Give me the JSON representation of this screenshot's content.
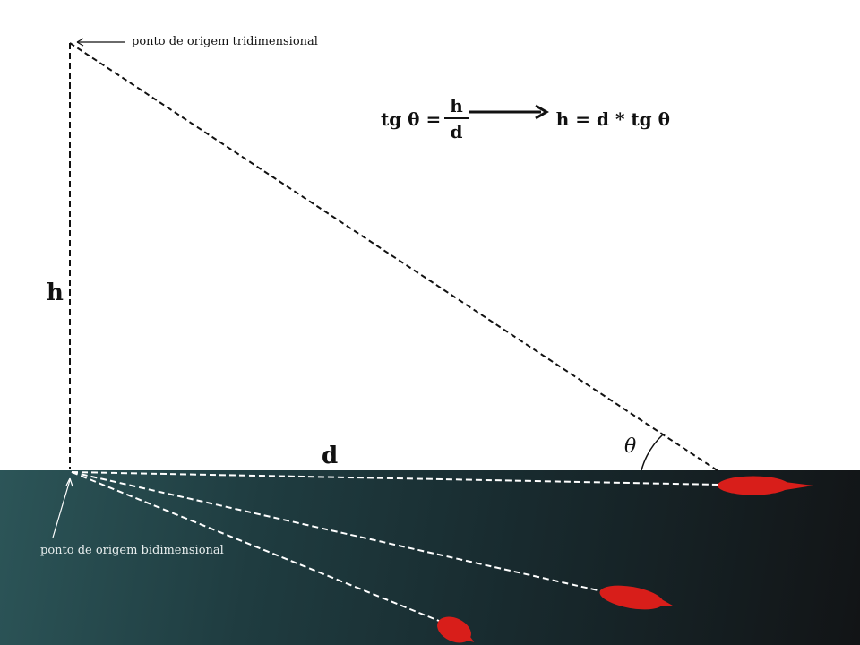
{
  "labels": {
    "origin_3d": "ponto de origem tridimensional",
    "origin_2d": "ponto de origem bidimensional",
    "height": "h",
    "distance": "d",
    "angle": "θ"
  },
  "formula": {
    "left": "tg θ =",
    "numerator": "h",
    "denominator": "d",
    "right": "h = d * tg θ"
  },
  "colors": {
    "ground_start": "#2c5558",
    "ground_end": "#121416",
    "target": "#d81e1a",
    "line_dark": "#111111",
    "line_light": "#ffffff"
  }
}
